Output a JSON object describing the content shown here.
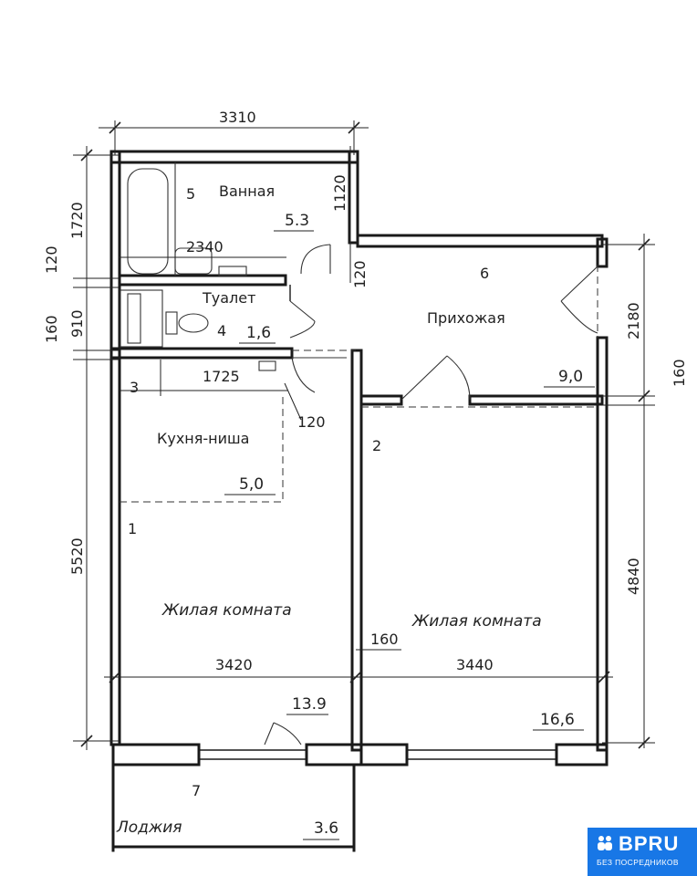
{
  "dimensions": {
    "top_width": "3310",
    "bath_right_vertical": "1120",
    "left_bath_height": "1720",
    "left_wall_120": "120",
    "left_toilet_910": "910",
    "left_wall_160": "160",
    "bath_inner_width": "2340",
    "hall_wall_120": "120",
    "hall_height": "2180",
    "right_wall_160": "160",
    "kitchen_width": "1725",
    "kitchen_wall_120": "120",
    "left_room_height": "5520",
    "right_room_height": "4840",
    "partition_160": "160",
    "room1_width": "3420",
    "room2_width": "3440"
  },
  "rooms": {
    "bath": {
      "number": "5",
      "name": "Ванная",
      "area": "5.3"
    },
    "toilet": {
      "number": "4",
      "name": "Туалет",
      "area": "1,6"
    },
    "hall": {
      "number": "6",
      "name": "Прихожая",
      "area": "9,0"
    },
    "kitchen": {
      "number": "3",
      "name": "Кухня-ниша",
      "area": "5,0"
    },
    "room1": {
      "number": "1",
      "name": "Жилая комната",
      "area": "13.9"
    },
    "room2": {
      "number": "2",
      "name": "Жилая комната",
      "area": "16,6"
    },
    "loggia": {
      "number": "7",
      "name": "Лоджия",
      "area": "3.6"
    }
  },
  "badge": {
    "title": "BPRU",
    "subtitle": "БЕЗ ПОСРЕДНИКОВ",
    "logo_icon": "people-icon"
  }
}
